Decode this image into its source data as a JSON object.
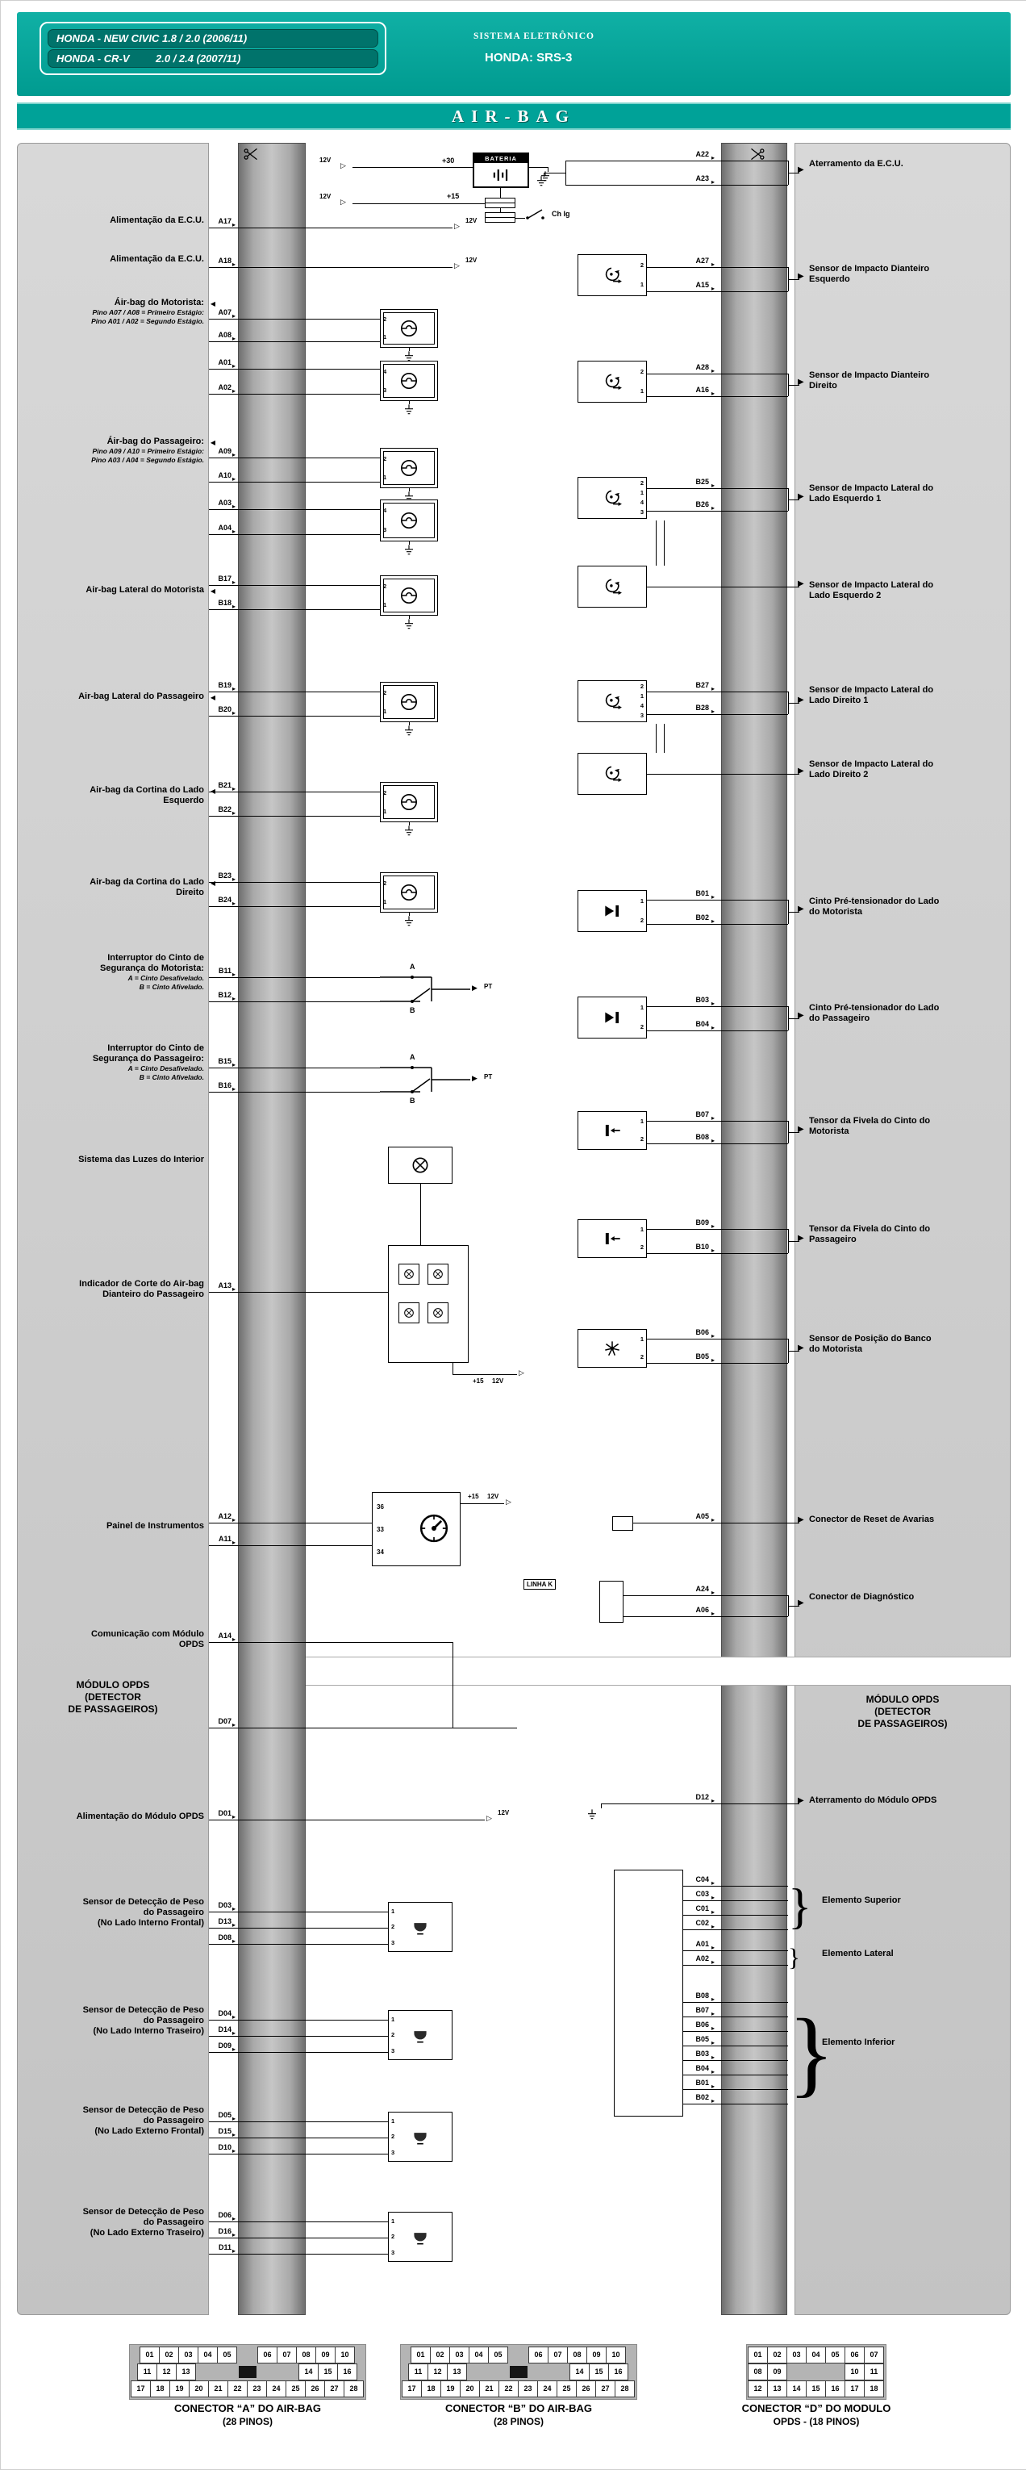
{
  "header": {
    "models": [
      "HONDA - NEW CIVIC 1.8 / 2.0 (2006/11)",
      "HONDA - CR-V         2.0 / 2.4 (2007/11)"
    ],
    "system_label": "SISTEMA ELETRÔNICO",
    "system_name": "HONDA: SRS-3",
    "title": "AIR-BAG"
  },
  "misc": {
    "bateria": "BATERIA",
    "plus30": "+30",
    "plus15": "+15",
    "chig": "Ch Ig",
    "v12": "12V",
    "linha_k": "LINHA K",
    "pt": "PT",
    "sw_a": "A",
    "sw_b": "B"
  },
  "comp_digits": {
    "s21": [
      "2",
      "1"
    ],
    "s43": [
      "4",
      "3"
    ],
    "l4": [
      "2",
      "1",
      "4",
      "3"
    ],
    "s12": [
      "1",
      "2"
    ],
    "w123": [
      "1",
      "2",
      "3"
    ],
    "cluster": [
      "36",
      "33",
      "34"
    ]
  },
  "left": {
    "rows": [
      {
        "lines": [
          {
            "t": "Alimentação da E.C.U.",
            "s": "m"
          }
        ],
        "pins": [
          "A17"
        ]
      },
      {
        "lines": [
          {
            "t": "Alimentação da E.C.U.",
            "s": "m"
          }
        ],
        "pins": [
          "A18"
        ]
      },
      {
        "lines": [
          {
            "t": "Áir-bag do Motorista:",
            "s": "m"
          },
          {
            "t": "Pino A07 / A08 = Primeiro Estágio:",
            "s": "s"
          },
          {
            "t": "Pino A01 / A02 = Segundo Estágio.",
            "s": "s"
          }
        ],
        "pins": [
          "A07",
          "A08",
          "A01",
          "A02"
        ]
      },
      {
        "lines": [
          {
            "t": "Áir-bag do Passageiro:",
            "s": "m"
          },
          {
            "t": "Pino A09 / A10 = Primeiro Estágio:",
            "s": "s"
          },
          {
            "t": "Pino A03 / A04 = Segundo Estágio.",
            "s": "s"
          }
        ],
        "pins": [
          "A09",
          "A10",
          "A03",
          "A04"
        ]
      },
      {
        "lines": [
          {
            "t": "Air-bag Lateral do Motorista",
            "s": "m"
          }
        ],
        "pins": [
          "B17",
          "B18"
        ]
      },
      {
        "lines": [
          {
            "t": "Air-bag Lateral do Passageiro",
            "s": "m"
          }
        ],
        "pins": [
          "B19",
          "B20"
        ]
      },
      {
        "lines": [
          {
            "t": "Air-bag da Cortina do Lado",
            "s": "m"
          },
          {
            "t": "Esquerdo",
            "s": "m"
          }
        ],
        "pins": [
          "B21",
          "B22"
        ]
      },
      {
        "lines": [
          {
            "t": "Air-bag da Cortina do Lado",
            "s": "m"
          },
          {
            "t": "Direito",
            "s": "m"
          }
        ],
        "pins": [
          "B23",
          "B24"
        ]
      },
      {
        "lines": [
          {
            "t": "Interruptor do Cinto de",
            "s": "m"
          },
          {
            "t": "Segurança do Motorista:",
            "s": "m"
          },
          {
            "t": "A = Cinto Desafivelado.",
            "s": "s"
          },
          {
            "t": "B = Cinto Afivelado.",
            "s": "s"
          }
        ],
        "pins": [
          "B11",
          "B12"
        ]
      },
      {
        "lines": [
          {
            "t": "Interruptor do Cinto de",
            "s": "m"
          },
          {
            "t": "Segurança do Passageiro:",
            "s": "m"
          },
          {
            "t": "A = Cinto Desafivelado.",
            "s": "s"
          },
          {
            "t": "B = Cinto Afivelado.",
            "s": "s"
          }
        ],
        "pins": [
          "B15",
          "B16"
        ]
      },
      {
        "lines": [
          {
            "t": "Sistema das Luzes do Interior",
            "s": "m"
          }
        ],
        "pins": []
      },
      {
        "lines": [
          {
            "t": "Indicador de Corte do Air-bag",
            "s": "m"
          },
          {
            "t": "Dianteiro do Passageiro",
            "s": "m"
          }
        ],
        "pins": [
          "A13"
        ]
      },
      {
        "lines": [
          {
            "t": "Painel de Instrumentos",
            "s": "m"
          }
        ],
        "pins": [
          "A12",
          "A11"
        ]
      },
      {
        "lines": [
          {
            "t": "Comunicação com Módulo",
            "s": "m"
          },
          {
            "t": "OPDS",
            "s": "m"
          }
        ],
        "pins": [
          "A14"
        ]
      },
      {
        "lines": [
          {
            "t": "MÓDULO OPDS",
            "s": "m"
          },
          {
            "t": "(DETECTOR",
            "s": "m"
          },
          {
            "t": "DE PASSAGEIROS)",
            "s": "m"
          }
        ],
        "pins": [
          "D07"
        ]
      },
      {
        "lines": [
          {
            "t": "Alimentação do Módulo OPDS",
            "s": "m"
          }
        ],
        "pins": [
          "D01"
        ]
      },
      {
        "lines": [
          {
            "t": "Sensor de Detecção de Peso",
            "s": "m"
          },
          {
            "t": "do Passageiro",
            "s": "m"
          },
          {
            "t": "(No Lado Interno Frontal)",
            "s": "m"
          }
        ],
        "pins": [
          "D03",
          "D13",
          "D08"
        ]
      },
      {
        "lines": [
          {
            "t": "Sensor de Detecção de Peso",
            "s": "m"
          },
          {
            "t": "do Passageiro",
            "s": "m"
          },
          {
            "t": "(No Lado Interno Traseiro)",
            "s": "m"
          }
        ],
        "pins": [
          "D04",
          "D14",
          "D09"
        ]
      },
      {
        "lines": [
          {
            "t": "Sensor de Detecção de Peso",
            "s": "m"
          },
          {
            "t": "do Passageiro",
            "s": "m"
          },
          {
            "t": "(No Lado Externo Frontal)",
            "s": "m"
          }
        ],
        "pins": [
          "D05",
          "D15",
          "D10"
        ]
      },
      {
        "lines": [
          {
            "t": "Sensor de Detecção de Peso",
            "s": "m"
          },
          {
            "t": "do Passageiro",
            "s": "m"
          },
          {
            "t": "(No Lado Externo Traseiro)",
            "s": "m"
          }
        ],
        "pins": [
          "D06",
          "D16",
          "D11"
        ]
      }
    ]
  },
  "right": {
    "opds_header": [
      "MÓDULO OPDS",
      "(DETECTOR",
      "DE PASSAGEIROS)"
    ],
    "rows": [
      {
        "lines": [
          {
            "t": "Aterramento da E.C.U.",
            "s": "m"
          }
        ],
        "pins": [
          "A22",
          "A23"
        ]
      },
      {
        "lines": [
          {
            "t": "Sensor de Impacto Dianteiro",
            "s": "m"
          },
          {
            "t": "Esquerdo",
            "s": "m"
          }
        ],
        "pins": [
          "A27",
          "A15"
        ]
      },
      {
        "lines": [
          {
            "t": "Sensor de Impacto Dianteiro",
            "s": "m"
          },
          {
            "t": "Direito",
            "s": "m"
          }
        ],
        "pins": [
          "A28",
          "A16"
        ]
      },
      {
        "lines": [
          {
            "t": "Sensor de Impacto Lateral do",
            "s": "m"
          },
          {
            "t": "Lado Esquerdo 1",
            "s": "m"
          }
        ],
        "pins": [
          "B25",
          "B26"
        ]
      },
      {
        "lines": [
          {
            "t": "Sensor de Impacto Lateral do",
            "s": "m"
          },
          {
            "t": "Lado Esquerdo 2",
            "s": "m"
          }
        ],
        "pins": []
      },
      {
        "lines": [
          {
            "t": "Sensor de Impacto Lateral do",
            "s": "m"
          },
          {
            "t": "Lado Direito 1",
            "s": "m"
          }
        ],
        "pins": [
          "B27",
          "B28"
        ]
      },
      {
        "lines": [
          {
            "t": "Sensor de Impacto Lateral do",
            "s": "m"
          },
          {
            "t": "Lado Direito 2",
            "s": "m"
          }
        ],
        "pins": []
      },
      {
        "lines": [
          {
            "t": "Cinto Pré-tensionador do Lado",
            "s": "m"
          },
          {
            "t": "do Motorista",
            "s": "m"
          }
        ],
        "pins": [
          "B01",
          "B02"
        ]
      },
      {
        "lines": [
          {
            "t": "Cinto Pré-tensionador do Lado",
            "s": "m"
          },
          {
            "t": "do Passageiro",
            "s": "m"
          }
        ],
        "pins": [
          "B03",
          "B04"
        ]
      },
      {
        "lines": [
          {
            "t": "Tensor da Fivela do Cinto do",
            "s": "m"
          },
          {
            "t": "Motorista",
            "s": "m"
          }
        ],
        "pins": [
          "B07",
          "B08"
        ]
      },
      {
        "lines": [
          {
            "t": "Tensor da Fivela do Cinto do",
            "s": "m"
          },
          {
            "t": "Passageiro",
            "s": "m"
          }
        ],
        "pins": [
          "B09",
          "B10"
        ]
      },
      {
        "lines": [
          {
            "t": "Sensor de Posição do Banco",
            "s": "m"
          },
          {
            "t": "do Motorista",
            "s": "m"
          }
        ],
        "pins": [
          "B06",
          "B05"
        ]
      },
      {
        "lines": [
          {
            "t": "Conector de Reset de Avarias",
            "s": "m"
          }
        ],
        "pins": [
          "A05"
        ]
      },
      {
        "lines": [
          {
            "t": "Conector de Diagnóstico",
            "s": "m"
          }
        ],
        "pins": [
          "A24",
          "A06"
        ]
      },
      {
        "lines": [
          {
            "t": "Aterramento do Módulo OPDS",
            "s": "m"
          }
        ],
        "pins": [
          "D12"
        ]
      },
      {
        "lines": [
          {
            "t": "Elemento Superior",
            "s": "m"
          }
        ],
        "pins": [
          "C04",
          "C03",
          "C01",
          "C02"
        ]
      },
      {
        "lines": [
          {
            "t": "Elemento Lateral",
            "s": "m"
          }
        ],
        "pins": [
          "A01",
          "A02"
        ]
      },
      {
        "lines": [
          {
            "t": "Elemento Inferior",
            "s": "m"
          }
        ],
        "pins": [
          "B08",
          "B07",
          "B06",
          "B05",
          "B03",
          "B04",
          "B01",
          "B02"
        ]
      }
    ]
  },
  "footer": {
    "connectors": [
      {
        "caption1": "CONECTOR “A” DO AIR-BAG",
        "caption2": "(28 PINOS)",
        "rows": [
          [
            {
              "t": "01"
            },
            {
              "t": "02"
            },
            {
              "t": "03"
            },
            {
              "t": "04"
            },
            {
              "t": "05"
            },
            {
              "g": 26
            },
            {
              "t": "06"
            },
            {
              "t": "07"
            },
            {
              "t": "08"
            },
            {
              "t": "09"
            },
            {
              "t": "10"
            }
          ],
          [
            {
              "t": "11"
            },
            {
              "t": "12"
            },
            {
              "t": "13"
            },
            {
              "g": 52
            },
            {
              "b": 22
            },
            {
              "g": 52
            },
            {
              "t": "14"
            },
            {
              "t": "15"
            },
            {
              "t": "16"
            }
          ],
          [
            {
              "t": "17"
            },
            {
              "t": "18"
            },
            {
              "t": "19"
            },
            {
              "t": "20"
            },
            {
              "t": "21"
            },
            {
              "t": "22"
            },
            {
              "t": "23"
            },
            {
              "t": "24"
            },
            {
              "t": "25"
            },
            {
              "t": "26"
            },
            {
              "t": "27"
            },
            {
              "t": "28"
            }
          ]
        ]
      },
      {
        "caption1": "CONECTOR “B” DO AIR-BAG",
        "caption2": "(28 PINOS)",
        "rows": [
          [
            {
              "t": "01"
            },
            {
              "t": "02"
            },
            {
              "t": "03"
            },
            {
              "t": "04"
            },
            {
              "t": "05"
            },
            {
              "g": 26
            },
            {
              "t": "06"
            },
            {
              "t": "07"
            },
            {
              "t": "08"
            },
            {
              "t": "09"
            },
            {
              "t": "10"
            }
          ],
          [
            {
              "t": "11"
            },
            {
              "t": "12"
            },
            {
              "t": "13"
            },
            {
              "g": 52
            },
            {
              "b": 22
            },
            {
              "g": 52
            },
            {
              "t": "14"
            },
            {
              "t": "15"
            },
            {
              "t": "16"
            }
          ],
          [
            {
              "t": "17"
            },
            {
              "t": "18"
            },
            {
              "t": "19"
            },
            {
              "t": "20"
            },
            {
              "t": "21"
            },
            {
              "t": "22"
            },
            {
              "t": "23"
            },
            {
              "t": "24"
            },
            {
              "t": "25"
            },
            {
              "t": "26"
            },
            {
              "t": "27"
            },
            {
              "t": "28"
            }
          ]
        ]
      },
      {
        "caption1": "CONECTOR “D” DO MODULO",
        "caption2": "OPDS - (18 PINOS)",
        "rows": [
          [
            {
              "t": "01"
            },
            {
              "t": "02"
            },
            {
              "t": "03"
            },
            {
              "t": "04"
            },
            {
              "t": "05"
            },
            {
              "t": "06"
            },
            {
              "t": "07"
            }
          ],
          [
            {
              "t": "08"
            },
            {
              "t": "09"
            },
            {
              "g": 72
            },
            {
              "t": "10"
            },
            {
              "t": "11"
            }
          ],
          [
            {
              "t": "12"
            },
            {
              "t": "13"
            },
            {
              "t": "14"
            },
            {
              "t": "15"
            },
            {
              "t": "16"
            },
            {
              "t": "17"
            },
            {
              "t": "18"
            }
          ]
        ]
      }
    ]
  }
}
